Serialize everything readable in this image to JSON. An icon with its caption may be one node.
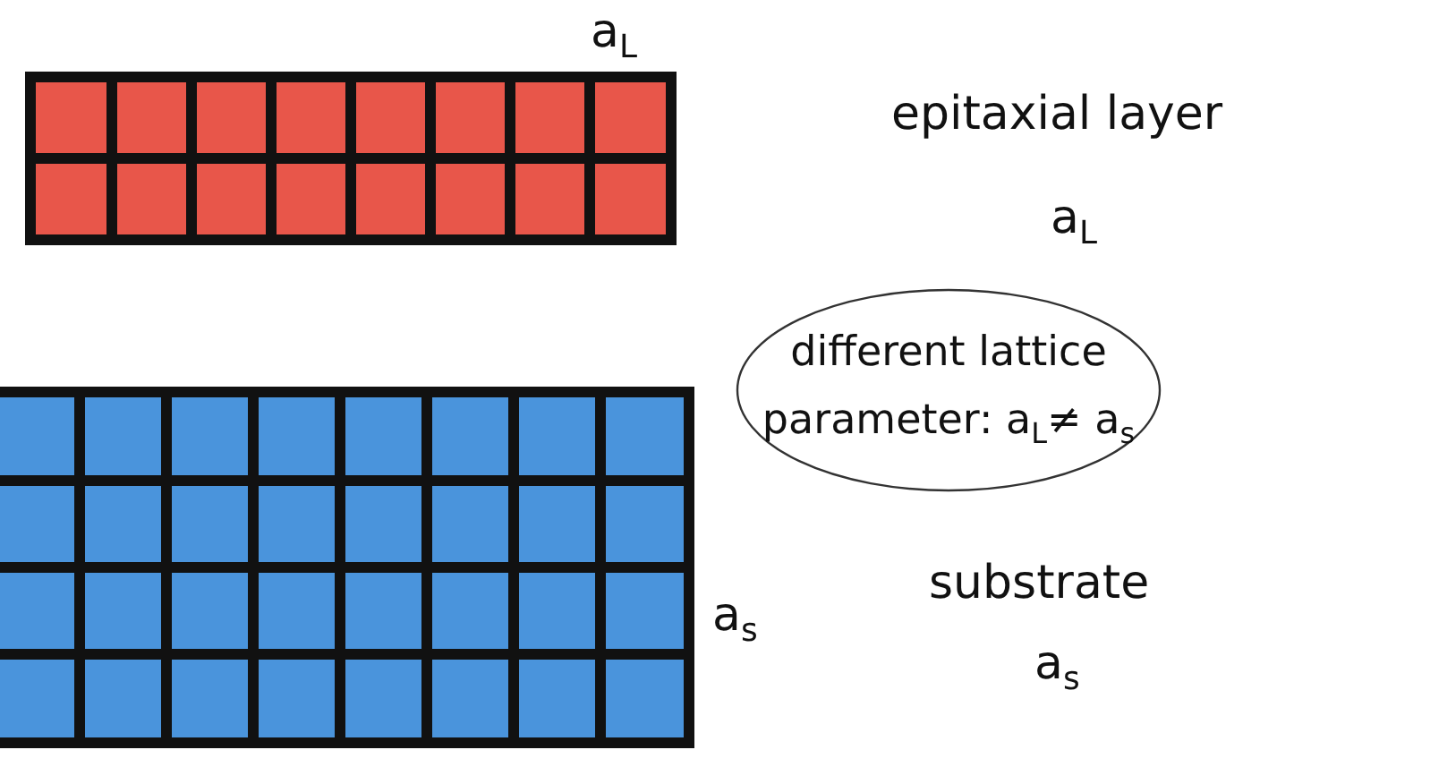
{
  "diagram": {
    "nodes": [
      {
        "text": [
          "different lattice parameter: a$_{L}$≠ a$_{s}$"
        ]
      }
    ],
    "labels": [
      "a$_{L}$",
      "epitaxial layer",
      "a$_{L}$",
      "a$_{s}$",
      "substrate",
      "a$_{s}$"
    ]
  }
}
